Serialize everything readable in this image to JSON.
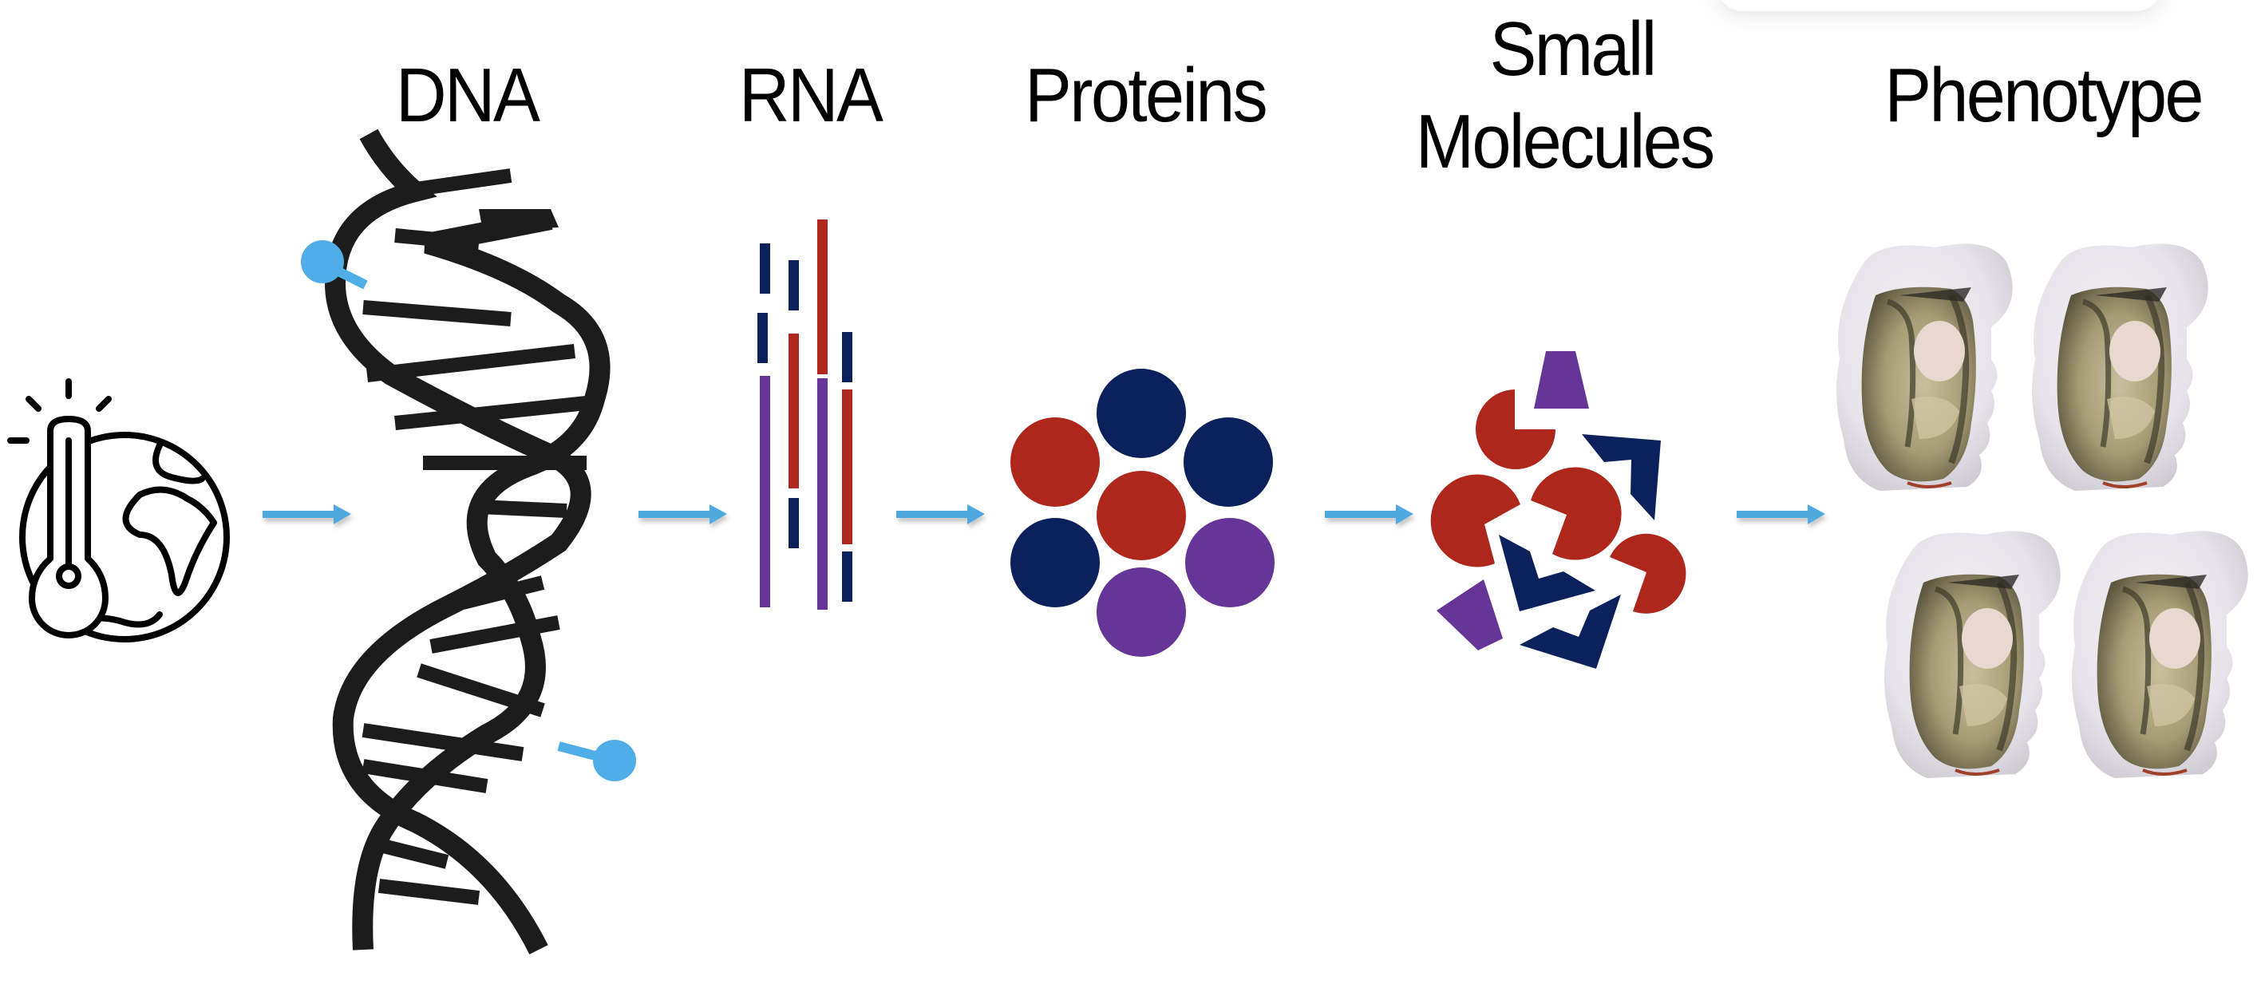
{
  "labels": {
    "dna": "DNA",
    "rna": "RNA",
    "proteins": "Proteins",
    "small_molecules_line1": "Small",
    "small_molecules_line2": "Molecules",
    "phenotype": "Phenotype"
  },
  "icons": {
    "environment": "thermometer-globe-icon",
    "dna": "dna-double-helix-icon",
    "methylation": "methylation-marker-icon",
    "rna": "rna-transcripts-icon",
    "proteins": "protein-cluster-icon",
    "small_molecules": "metabolite-shapes-icon",
    "phenotype": "oyster-image"
  },
  "colors": {
    "arrow": "#4FA8E0",
    "navy": "#0B215C",
    "red": "#AE261C",
    "purple": "#673598",
    "helix": "#1C1C1C",
    "methyl": "#4FAEE8"
  }
}
